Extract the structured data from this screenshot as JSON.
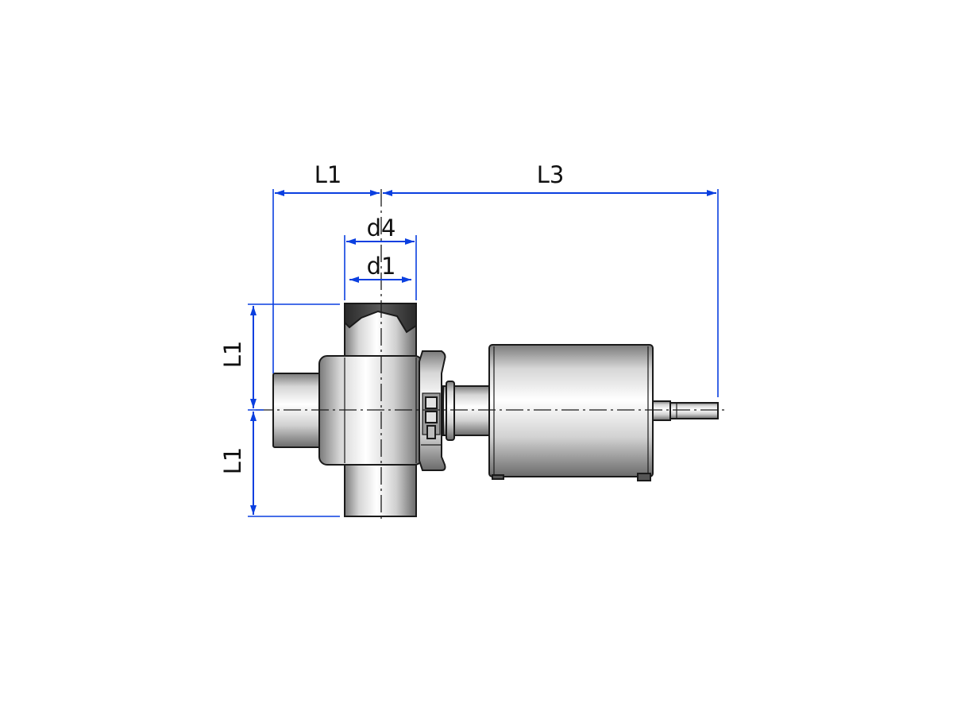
{
  "colors": {
    "dimension": "#0a3fe0",
    "outline": "#1a1a1a",
    "metal_light": "#fafafa",
    "metal_mid": "#c9c9c9",
    "metal_dark": "#6e6e6e",
    "port_dark": "#3a3a3a"
  },
  "labels": {
    "L1_top": "L1",
    "L3": "L3",
    "d4": "d4",
    "d1": "d1",
    "L1_upper_left": "L1",
    "L1_lower_left": "L1"
  }
}
